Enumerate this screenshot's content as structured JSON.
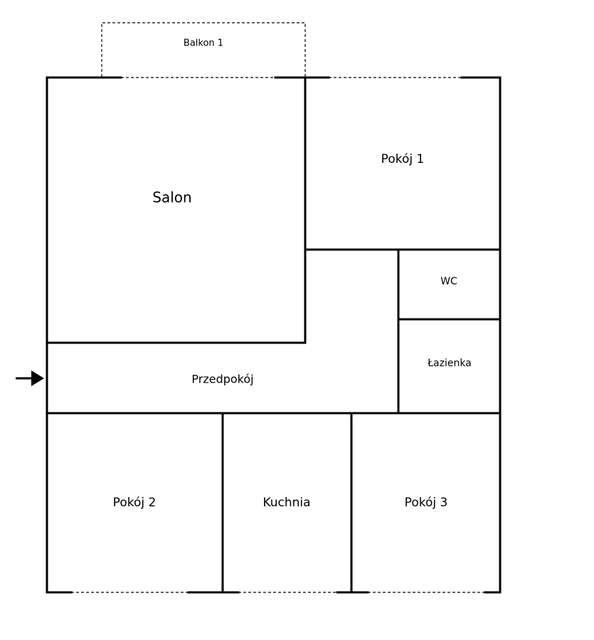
{
  "plan": {
    "rooms": {
      "salon": "Salon",
      "pokoj1": "Pokój 1",
      "wc": "WC",
      "lazienka": "Łazienka",
      "przedpokoj": "Przedpokój",
      "pokoj2": "Pokój 2",
      "kuchnia": "Kuchnia",
      "pokoj3": "Pokój 3",
      "balkon1": "Balkon 1"
    },
    "colors": {
      "wall": "#000000",
      "background": "#ffffff"
    },
    "icons": {
      "entrance": "arrow-right-icon"
    }
  }
}
